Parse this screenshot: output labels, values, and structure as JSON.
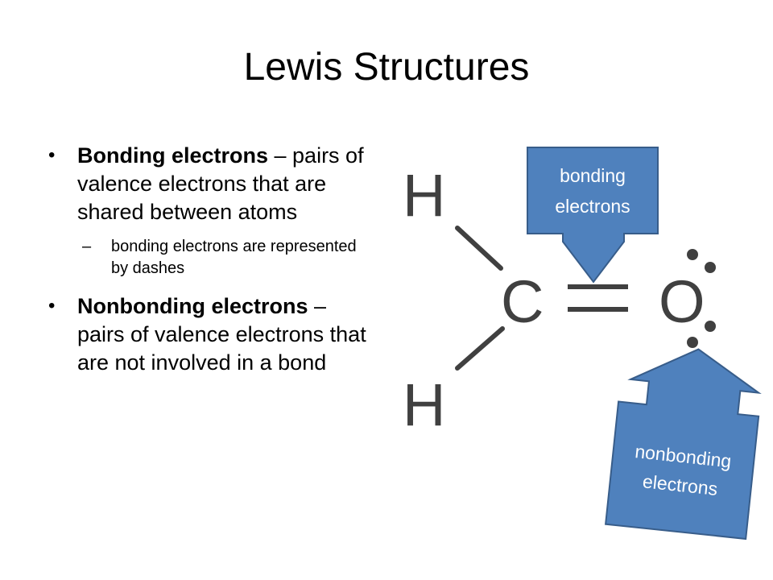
{
  "slide": {
    "title": "Lewis Structures",
    "bullets": [
      {
        "lead": "Bonding electrons",
        "text": " – pairs of valence electrons that are shared between atoms",
        "sub": "bonding electrons are represented by dashes"
      },
      {
        "lead": "Nonbonding electrons",
        "text": " – pairs of valence electrons that are not involved in a bond"
      }
    ]
  },
  "diagram": {
    "atoms": {
      "h_top": "H",
      "carbon": "C",
      "oxygen": "O",
      "h_bottom": "H"
    },
    "callouts": {
      "bonding_line1": "bonding",
      "bonding_line2": "electrons",
      "nonbonding_line1": "nonbonding",
      "nonbonding_line2": "electrons"
    },
    "colors": {
      "callout_fill": "#4f81bd",
      "callout_stroke": "#385d8a",
      "atom_color": "#404040",
      "text_on_callout": "#ffffff"
    }
  }
}
